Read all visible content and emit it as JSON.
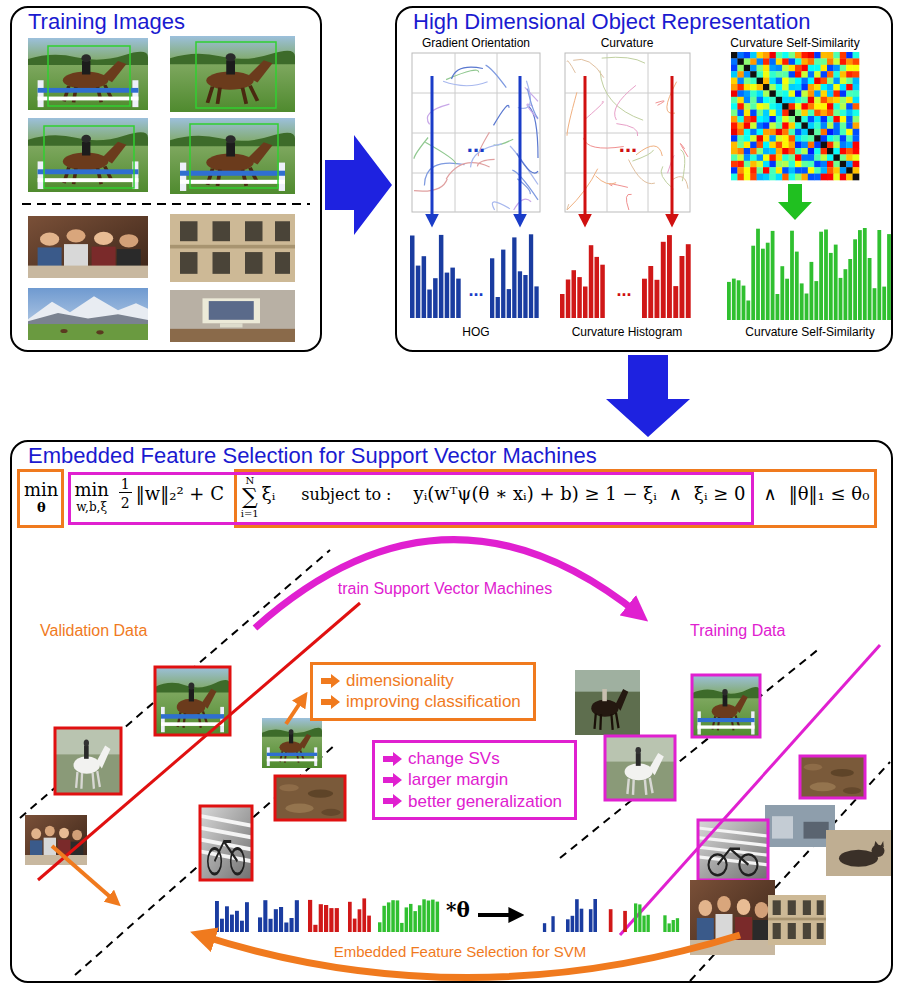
{
  "diagram": {
    "nodes": [
      {
        "text": [
          "Training Images"
        ]
      },
      {
        "text": [
          "High Dimensional Object Representation"
        ]
      },
      {
        "text": [
          "Embedded Feature Selection for Support Vector Machines"
        ]
      },
      {
        "text": [
          "dimensionality",
          "improving classification"
        ],
        "in": 2
      },
      {
        "text": [
          "change SVs",
          "larger margin",
          "better generalization"
        ],
        "in": 2
      }
    ],
    "edges": [
      {
        "from": 0,
        "to": 1,
        "arrow": "to"
      },
      {
        "from": 1,
        "to": 2,
        "arrow": "to"
      }
    ],
    "labels": [
      "Gradient Orientation",
      "Curvature",
      "Curvature Self-Similarity",
      "...",
      "...",
      "...",
      "...",
      "HOG",
      "Curvature Histogram",
      "Curvature Self-Similarity",
      "min",
      "θ",
      "min",
      "w,b,ξ",
      "1",
      "2",
      "‖w‖₂² + C",
      "N",
      "∑",
      "i=1",
      "ξᵢ",
      "subject to :",
      "yᵢ(wᵀψ(θ ∗ xᵢ) + b) ≥ 1 − ξᵢ",
      "∧",
      "ξᵢ ≥ 0",
      "∧",
      "‖θ‖₁ ≤ θ₀",
      "train Support Vector Machines",
      "Validation Data",
      "Training Data",
      "*θ",
      "Embedded Feature Selection for SVM"
    ]
  }
}
